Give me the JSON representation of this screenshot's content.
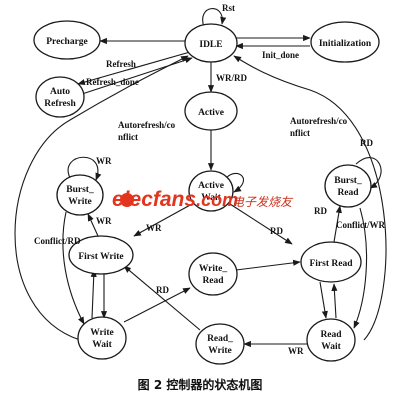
{
  "nodes": {
    "idle": "IDLE",
    "precharge": "Precharge",
    "initialization": "Initialization",
    "auto_refresh_line1": "Auto",
    "auto_refresh_line2": "Refresh",
    "active": "Active",
    "active_wait_line1": "Active",
    "active_wait_line2": "Wait",
    "burst_write_line1": "Burst_",
    "burst_write_line2": "Write",
    "first_write": "First Write",
    "write_read_line1": "Write_",
    "write_read_line2": "Read",
    "first_read": "First Read",
    "burst_read_line1": "Burst_",
    "burst_read_line2": "Read",
    "write_wait_line1": "Write",
    "write_wait_line2": "Wait",
    "read_write_line1": "Read_",
    "read_write_line2": "Write",
    "read_wait_line1": "Read",
    "read_wait_line2": "Wait"
  },
  "edges": {
    "rst": "Rst",
    "refresh": "Refresh",
    "refresh_done": "Refresh_done",
    "init_done": "Init_done",
    "wr_rd": "WR/RD",
    "autorefresh_left_line1": "Autorefresh/co",
    "autorefresh_left_line2": "nflict",
    "autorefresh_right_line1": "Autorefresh/co",
    "autorefresh_right_line2": "nflict",
    "wr_burst_write_loop": "WR",
    "wr_to_first_write": "WR",
    "wr_first_write_to_burst": "WR",
    "rd_to_first_read": "RD",
    "rd_burst_read_loop": "RD",
    "rd_first_read_to_burst": "RD",
    "conflict_rd": "Conflict/RD",
    "conflict_wr": "Conflict/WR",
    "rd_write_wait": "RD",
    "wr_read_wait": "WR"
  },
  "watermark": {
    "brand": "elecfans",
    "domain": ".com",
    "chinese": "电子发烧友"
  },
  "caption": "图 2    控制器的状态机图"
}
